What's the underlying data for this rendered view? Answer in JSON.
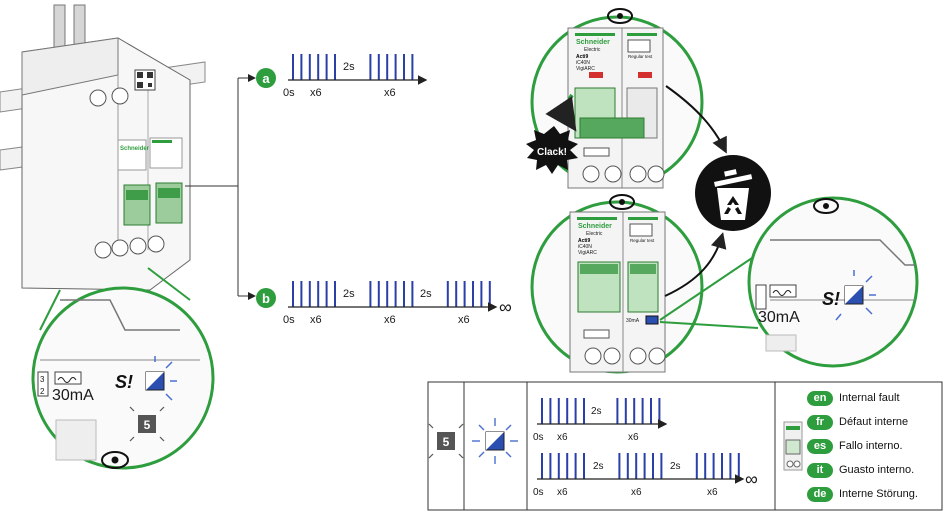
{
  "labels": {
    "a": "a",
    "b": "b",
    "zero": "0s",
    "x6": "x6",
    "gap": "2s",
    "infinity": "∞",
    "code": "5",
    "sensitivity": "30mA",
    "clack": "Clack!"
  },
  "device": {
    "brand": "Schneider",
    "sub": "Electric",
    "model1": "Acti9",
    "model2": "iC40N",
    "model3": "VigiARC",
    "test": "Regular test"
  },
  "legend": [
    {
      "code": "en",
      "text": "Internal fault"
    },
    {
      "code": "fr",
      "text": "Défaut interne"
    },
    {
      "code": "es",
      "text": "Fallo interno."
    },
    {
      "code": "it",
      "text": "Guasto interno."
    },
    {
      "code": "de",
      "text": "Interne Störung."
    }
  ],
  "colors": {
    "green": "#2e9d3e",
    "pulse": "#2a3fa8",
    "ledBlue": "#2a4fb0"
  },
  "icons": [
    "eye-icon",
    "recycle-bin-icon",
    "led-blink-icon"
  ]
}
